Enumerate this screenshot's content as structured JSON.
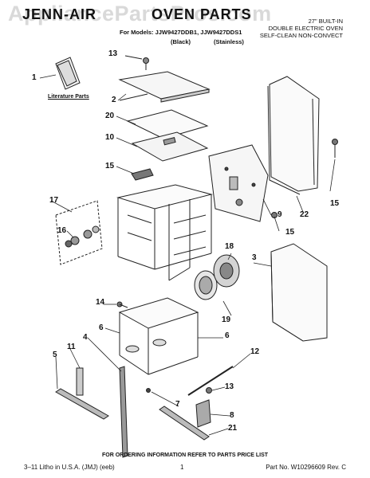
{
  "header": {
    "brand": "JENN-AIR",
    "title": "OVEN PARTS",
    "watermark": "AppliancePartsPros.com",
    "models_prefix": "For Models: JJW9427DDB1, JJW9427DDS1",
    "variant_black": "(Black)",
    "variant_stainless": "(Stainless)",
    "right_desc_line1": "27\" BUILT-IN",
    "right_desc_line2": "DOUBLE ELECTRIC OVEN",
    "right_desc_line3": "SELF-CLEAN NON-CONVECT"
  },
  "literature_label": "Literature Parts",
  "callouts": [
    "1",
    "2",
    "3",
    "4",
    "5",
    "6",
    "6",
    "7",
    "8",
    "9",
    "10",
    "11",
    "12",
    "13",
    "13",
    "14",
    "15",
    "15",
    "15",
    "16",
    "17",
    "18",
    "19",
    "20",
    "21",
    "22"
  ],
  "footer": {
    "notice": "FOR ORDERING INFORMATION REFER TO PARTS PRICE LIST",
    "litho": "3–11 Litho in U.S.A. (JMJ) (eeb)",
    "page": "1",
    "part_no": "Part No. W10296609 Rev. C"
  }
}
